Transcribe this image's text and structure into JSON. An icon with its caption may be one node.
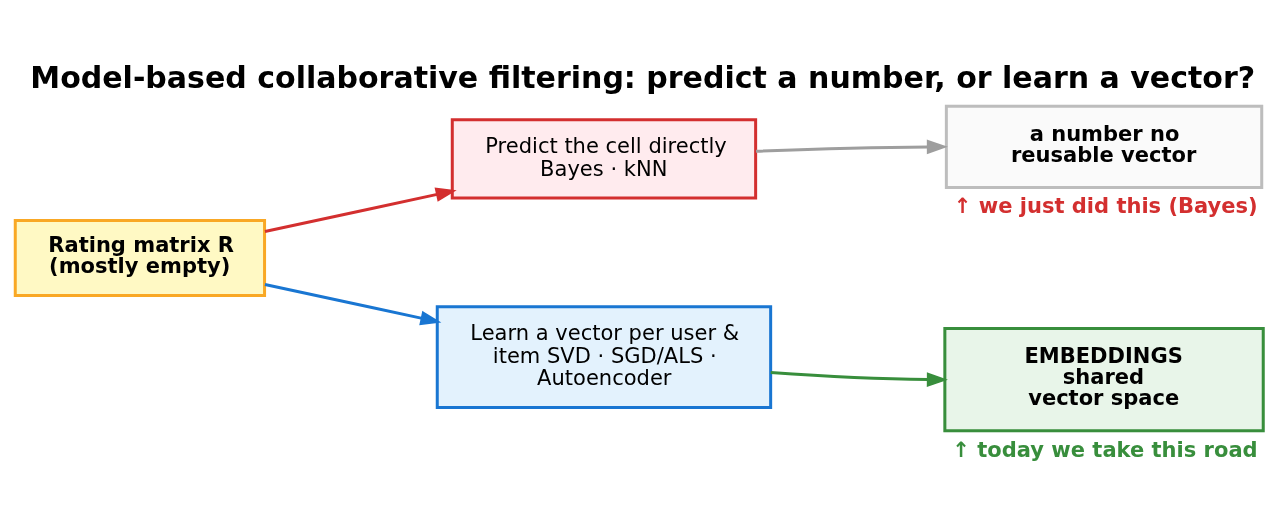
{
  "diagram": {
    "title": "Model-based collaborative filtering: predict a number, or learn a vector?",
    "nodes": [
      {
        "text": [
          "Rating matrix R (mostly empty)"
        ]
      },
      {
        "text": [
          "Predict the cell directly Bayes · kNN"
        ]
      },
      {
        "text": [
          "a number no reusable vector"
        ],
        "beside": [
          "↑ we just did this (Bayes)"
        ]
      },
      {
        "text": [
          "Learn a vector per user & item SVD · SGD/ALS · Autoencoder"
        ]
      },
      {
        "text": [
          "EMBEDDINGS shared vector space"
        ],
        "beside": [
          "↑ today we take this road"
        ]
      }
    ],
    "edges": [
      {
        "from": 0,
        "to": 1,
        "arrow": "to",
        "color": "#d32f2f"
      },
      {
        "from": 0,
        "to": 3,
        "arrow": "to",
        "color": "#1976d2"
      },
      {
        "from": 1,
        "to": 2,
        "arrow": "to",
        "color": "#9e9e9e"
      },
      {
        "from": 3,
        "to": 4,
        "arrow": "to",
        "color": "#388e3c"
      }
    ]
  }
}
